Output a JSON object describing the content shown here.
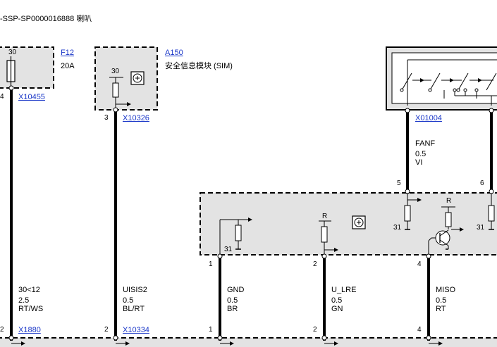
{
  "header": {
    "doc_title": "-SSP-SP0000016888 喇叭"
  },
  "fuse": {
    "terminal": "30",
    "id": "F12",
    "rating": "20A",
    "pin": "4",
    "connector": "X10455"
  },
  "sim_module": {
    "terminal": "30",
    "id": "A150",
    "name": "安全信息模块 (SIM)",
    "pin": "3",
    "connector": "X10326"
  },
  "switch_module": {
    "connector": "X01004"
  },
  "ecu": {
    "pins_top": [
      {
        "pin": "5"
      },
      {
        "pin": "6"
      }
    ],
    "pins_bottom": [
      {
        "pin": "1"
      },
      {
        "pin": "2"
      },
      {
        "pin": "4"
      }
    ],
    "ground_labels": [
      "31",
      "31",
      "31"
    ],
    "resistor_labels": [
      "R",
      "R"
    ]
  },
  "wires": [
    {
      "signal": "30<12",
      "gauge": "2.5",
      "color": "RT/WS",
      "pin_bottom": "2",
      "connector_bottom": "X1880"
    },
    {
      "signal": "UISIS2",
      "gauge": "0.5",
      "color": "BL/RT",
      "pin_bottom": "2",
      "connector_bottom": "X10334"
    },
    {
      "signal": "GND",
      "gauge": "0.5",
      "color": "BR",
      "pin_bottom": "1"
    },
    {
      "signal": "U_LRE",
      "gauge": "0.5",
      "color": "GN",
      "pin_bottom": "2"
    },
    {
      "signal": "MISO",
      "gauge": "0.5",
      "color": "RT",
      "pin_bottom": "4"
    },
    {
      "signal": "FANF",
      "gauge": "0.5",
      "color": "VI"
    }
  ],
  "colors": {
    "link": "#1a37c8",
    "module_fill": "#e3e3e3",
    "wire": "#000000"
  }
}
